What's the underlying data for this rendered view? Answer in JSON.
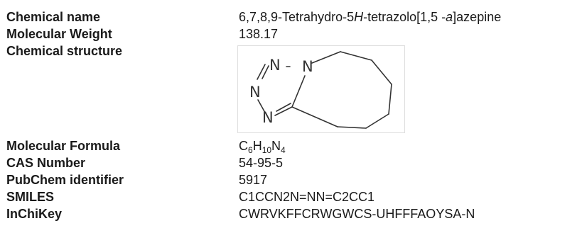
{
  "rows": {
    "chemical_name": {
      "label": "Chemical name",
      "value_parts": [
        "6,7,8,9-Tetrahydro-5",
        "H",
        "-tetrazolo[1,5 -",
        "a",
        "]azepine"
      ]
    },
    "molecular_weight": {
      "label": "Molecular Weight",
      "value": "138.17"
    },
    "chemical_structure": {
      "label": "Chemical structure",
      "atoms": [
        "N",
        "N",
        "N",
        "N"
      ]
    },
    "molecular_formula": {
      "label": "Molecular Formula",
      "parts": [
        "C",
        "6",
        "H",
        "10",
        "N",
        "4"
      ]
    },
    "cas_number": {
      "label": "CAS Number",
      "value": "54-95-5"
    },
    "pubchem": {
      "label": "PubChem identifier",
      "value": "5917"
    },
    "smiles": {
      "label": "SMILES",
      "value": "C1CCN2N=NN=C2CC1"
    },
    "inchikey": {
      "label": "InChiKey",
      "value": "CWRVKFFCRWGWCS-UHFFFAOYSA-N"
    }
  }
}
